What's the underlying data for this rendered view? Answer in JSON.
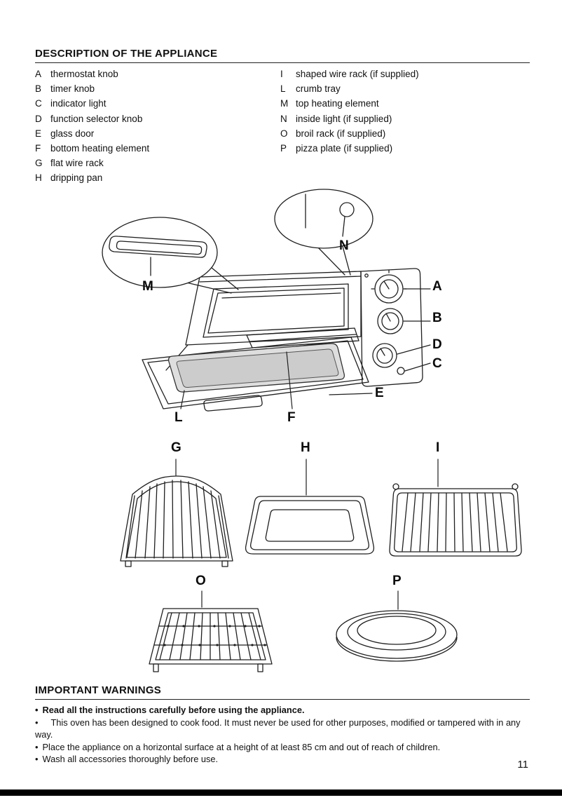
{
  "page": {
    "number": "11"
  },
  "description": {
    "title": "DESCRIPTION OF THE APPLIANCE",
    "left_items": [
      {
        "key": "A",
        "label": "thermostat knob"
      },
      {
        "key": "B",
        "label": "timer knob"
      },
      {
        "key": "C",
        "label": "indicator light"
      },
      {
        "key": "D",
        "label": "function selector knob"
      },
      {
        "key": "E",
        "label": "glass door"
      },
      {
        "key": "F",
        "label": "bottom heating element"
      },
      {
        "key": "G",
        "label": "flat wire rack"
      },
      {
        "key": "H",
        "label": "dripping pan"
      }
    ],
    "right_items": [
      {
        "key": "I",
        "label": "shaped wire rack (if supplied)"
      },
      {
        "key": "L",
        "label": "crumb tray"
      },
      {
        "key": "M",
        "label": "top heating element"
      },
      {
        "key": "N",
        "label": "inside light (if supplied)"
      },
      {
        "key": "O",
        "label": "broil rack (if supplied)"
      },
      {
        "key": "P",
        "label": "pizza plate (if supplied)"
      }
    ]
  },
  "diagram": {
    "labels": {
      "A": "A",
      "B": "B",
      "C": "C",
      "D": "D",
      "E": "E",
      "F": "F",
      "G": "G",
      "H": "H",
      "I": "I",
      "L": "L",
      "M": "M",
      "N": "N",
      "O": "O",
      "P": "P"
    }
  },
  "warnings": {
    "title": "IMPORTANT WARNINGS",
    "items": [
      "Read all the instructions carefully before using the appliance.",
      "This oven has been designed to cook food. It must never be used for other purposes, modified or tampered with in any way.",
      "Place the appliance on a horizontal surface at a height of at least 85 cm and out of reach of children.",
      "Wash all accessories thoroughly before use."
    ]
  }
}
